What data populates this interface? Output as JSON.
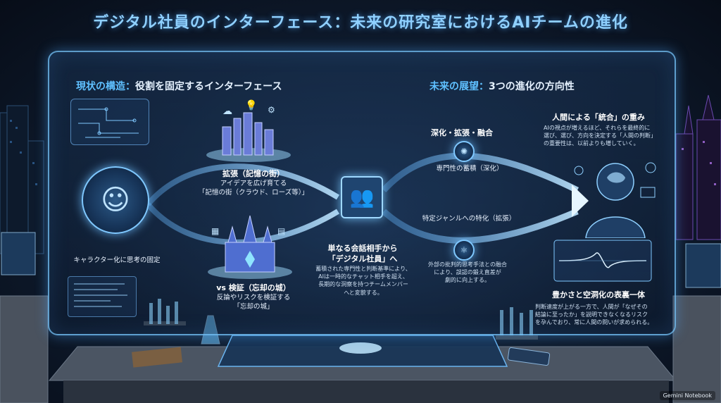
{
  "title": "デジタル社員のインターフェース：未来の研究室におけるAIチームの進化",
  "left_section": {
    "title_accent": "現状の構造：",
    "title_rest": "役割を固定するインターフェース",
    "character_label": "キャラクター化に思考の固定",
    "expand_title": "拡張（記憶の街）",
    "expand_desc_1": "アイデアを広げ育てる",
    "expand_desc_2": "「記憶の街（クラウド、ローズ等）」",
    "verify_title": "vs 検証（忘却の城）",
    "verify_desc_1": "反論やリスクを検証する",
    "verify_desc_2": "「忘却の城」"
  },
  "center": {
    "title_1": "単なる会話相手から",
    "title_2": "「デジタル社員」へ",
    "desc_1": "蓄積された専門性と判断基準により、",
    "desc_2": "AIは一時的なチャット相手を超え、",
    "desc_3": "長期的な洞察を持つチームメンバー",
    "desc_4": "へと変貌する。"
  },
  "right_section": {
    "title_accent": "未来の展望：",
    "title_rest": "3つの進化の方向性",
    "paths_title": "深化・拡張・融合",
    "path_1": "専門性の蓄積（深化）",
    "path_2": "特定ジャンルへの特化（拡張）",
    "path_3_1": "外部の批判的思考手法との融合",
    "path_3_2": "により、誤認の鍛え直差が",
    "path_3_3": "劇的に向上する。",
    "human_title": "人間による「統合」の重み",
    "human_desc_1": "AIの視点が増えるほど、それらを最終的に",
    "human_desc_2": "選び、選び、方向を決定する「人間の判断」",
    "human_desc_3": "の重要性は、以前よりも増していく。",
    "rich_title": "豊かさと空洞化の表裏一体",
    "rich_desc_1": "判断速度が上がる一方で、人間が「なぜその",
    "rich_desc_2": "結論に至ったか」を説明できなくなるリスク",
    "rich_desc_3": "を孕んでおり、常に人間の問いが求められる。"
  },
  "footer": "Gemini Notebook",
  "colors": {
    "accent": "#5fc0ff",
    "glow": "#7fc8ff",
    "title": "#8fd0ff"
  }
}
